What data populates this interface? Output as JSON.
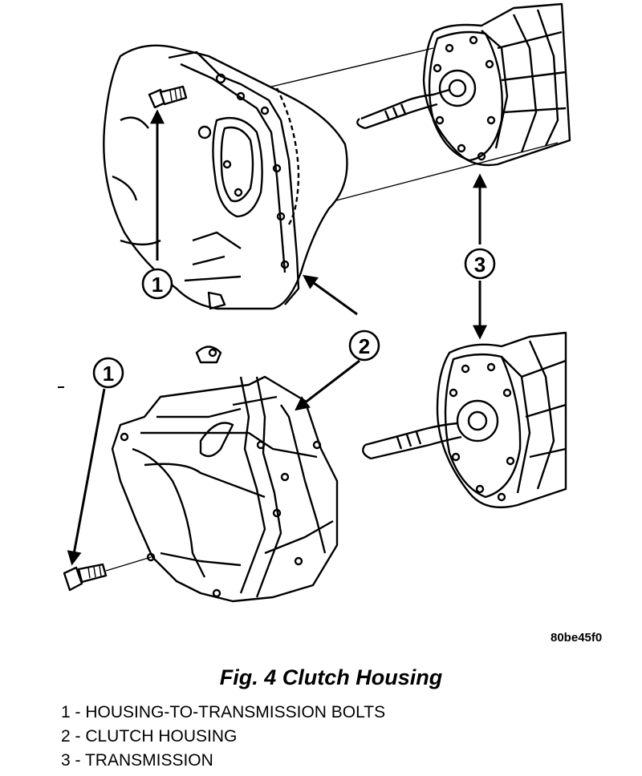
{
  "figure": {
    "reference_code": "80be45f0",
    "callouts": [
      {
        "number": "1"
      },
      {
        "number": "1"
      },
      {
        "number": "2"
      },
      {
        "number": "3"
      }
    ]
  },
  "caption": "Fig. 4 Clutch Housing",
  "legend": [
    "1 - HOUSING-TO-TRANSMISSION BOLTS",
    "2 - CLUTCH HOUSING",
    "3 - TRANSMISSION"
  ]
}
